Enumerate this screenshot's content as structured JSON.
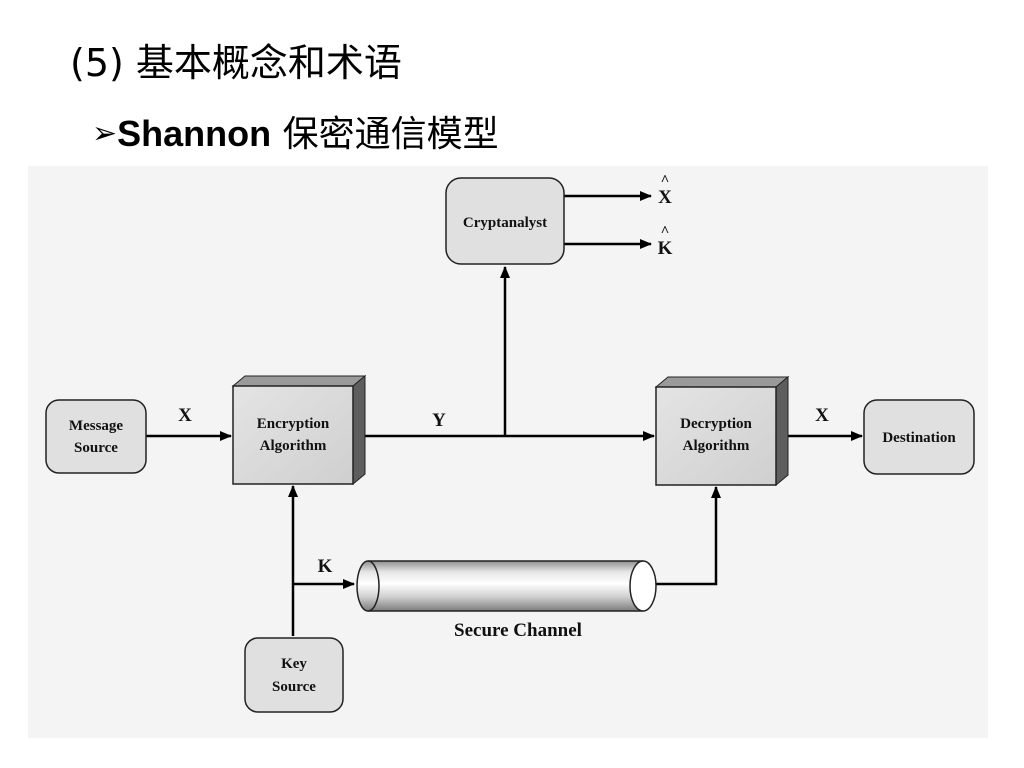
{
  "slide": {
    "title": "(5) 基本概念和术语",
    "bullet": {
      "marker": "➢",
      "bold_text": "Shannon",
      "rest_text": " 保密通信模型"
    }
  },
  "diagram": {
    "nodes": {
      "message_source": [
        "Message",
        "Source"
      ],
      "encryption_algorithm": [
        "Encryption",
        "Algorithm"
      ],
      "decryption_algorithm": [
        "Decryption",
        "Algorithm"
      ],
      "destination": "Destination",
      "cryptanalyst": "Cryptanalyst",
      "key_source": [
        "Key",
        "Source"
      ],
      "secure_channel": "Secure Channel"
    },
    "edge_labels": {
      "plaintext_in": "X",
      "ciphertext": "Y",
      "plaintext_out": "X",
      "key": "K",
      "estimate_x": "X",
      "estimate_k": "K",
      "hat": "^"
    }
  }
}
